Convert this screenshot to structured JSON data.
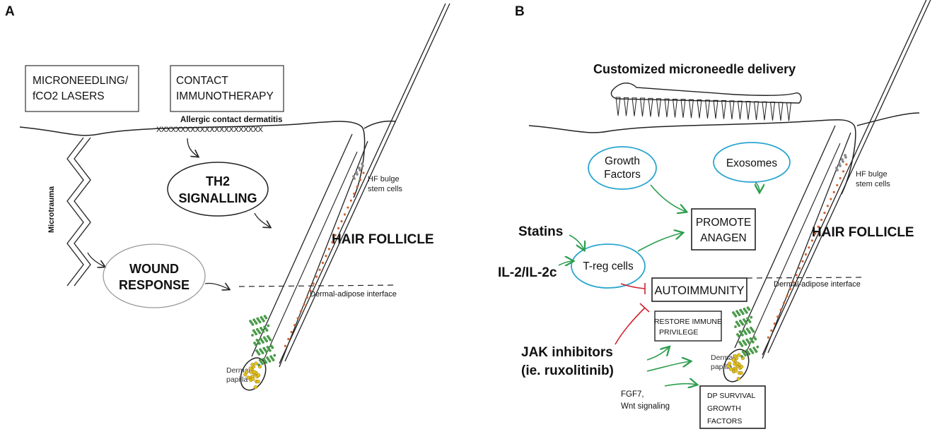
{
  "panel_a": {
    "label": "A",
    "box_microneedling": [
      "MICRONEEDLING/",
      "fCO2 LASERS"
    ],
    "box_contact": [
      "CONTACT",
      "IMMUNOTHERAPY"
    ],
    "allergic": "Allergic contact dermatitis",
    "crosses": "XXXXXXXXXXXXXXXXXXXXXX",
    "microtrauma": "Microtrauma",
    "th2": [
      "TH2",
      "SIGNALLING"
    ],
    "wound": [
      "WOUND",
      "RESPONSE"
    ],
    "hair_follicle": "HAIR FOLLICLE",
    "hf_bulge": [
      "HF bulge",
      "stem cells"
    ],
    "interface": "Dermal-adipose interface",
    "dermal_papilla": [
      "Dermal",
      "papilla"
    ]
  },
  "panel_b": {
    "label": "B",
    "title": "Customized microneedle delivery",
    "growth_factors": [
      "Growth",
      "Factors"
    ],
    "exosomes": "Exosomes",
    "promote": [
      "PROMOTE",
      "ANAGEN"
    ],
    "statins": "Statins",
    "il2": "IL-2/IL-2c",
    "treg": "T-reg cells",
    "autoimmunity": "AUTOIMMUNITY",
    "restore": [
      "RESTORE IMMUNE",
      "PRIVILEGE"
    ],
    "jak": [
      "JAK inhibitors",
      "(ie. ruxolitinib)"
    ],
    "fgf7": [
      "FGF7,",
      "Wnt signaling"
    ],
    "dp_survival": [
      "DP SURVIVAL",
      "GROWTH",
      "FACTORS"
    ],
    "hair_follicle": "HAIR FOLLICLE",
    "hf_bulge": [
      "HF bulge",
      "stem cells"
    ],
    "interface": "Dermal-adipose interface",
    "dermal_papilla": [
      "Dermal",
      "papilla"
    ]
  },
  "colors": {
    "green_arrow": "#2e9e4f",
    "red_inhibit": "#d0222e",
    "blue_ellipse": "#2aa6cf",
    "green_cell": "#4a9a4a",
    "orange_cell": "#d2622a",
    "gray_cell": "#888888",
    "yellow_cell": "#e8c21a"
  }
}
